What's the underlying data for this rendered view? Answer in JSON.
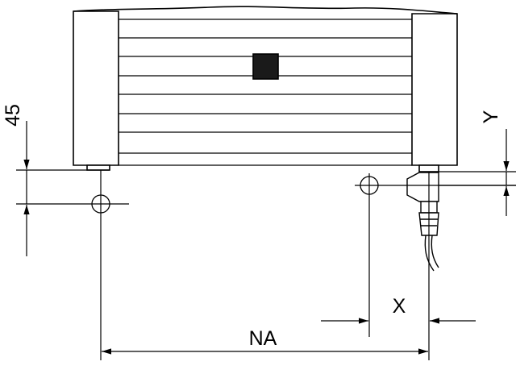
{
  "labels": {
    "na": "NA",
    "x": "X",
    "y": "Y",
    "dim_45": "45"
  },
  "colors": {
    "stroke": "#000000",
    "background": "#ffffff",
    "emblem": "#1a1a1a"
  }
}
